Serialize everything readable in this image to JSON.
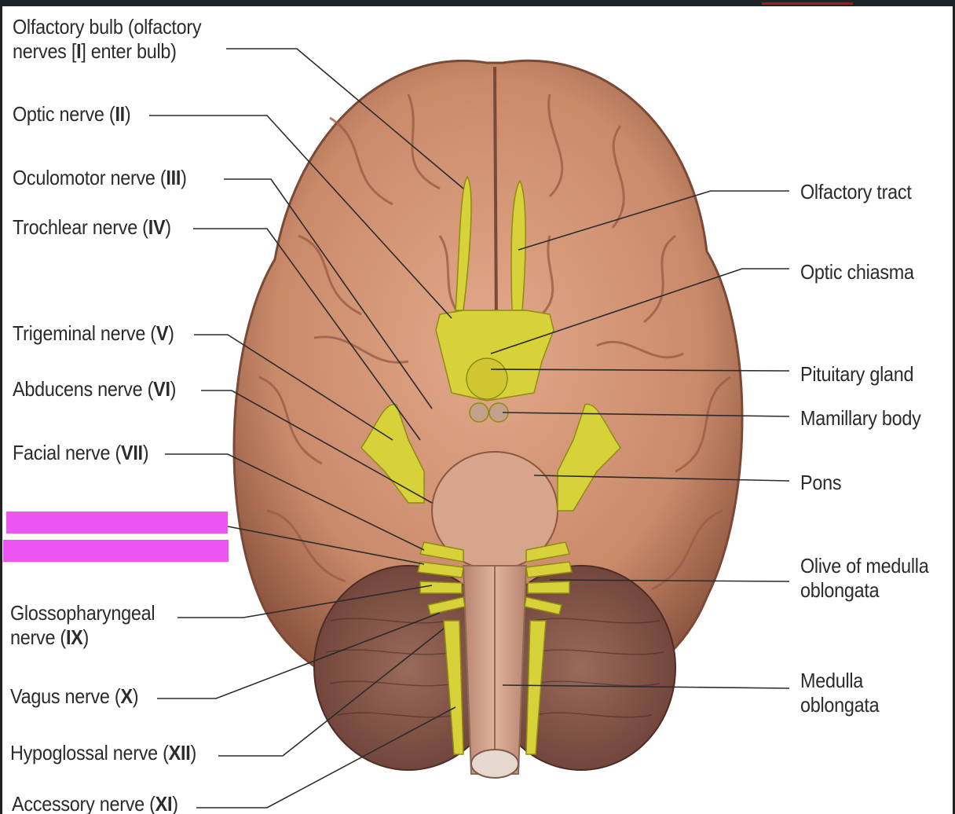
{
  "left_labels": [
    {
      "id": "olfactory-bulb",
      "line1": "Olfactory bulb (olfactory",
      "line2_pre": "nerves [",
      "line2_num": "I",
      "line2_post": "] enter bulb)"
    },
    {
      "id": "optic-nerve",
      "pre": "Optic nerve (",
      "num": "II",
      "post": ")"
    },
    {
      "id": "oculomotor-nerve",
      "pre": "Oculomotor nerve (",
      "num": "III",
      "post": ")"
    },
    {
      "id": "trochlear-nerve",
      "pre": "Trochlear nerve (",
      "num": "IV",
      "post": ")"
    },
    {
      "id": "trigeminal-nerve",
      "pre": "Trigeminal nerve (",
      "num": "V",
      "post": ")"
    },
    {
      "id": "abducens-nerve",
      "pre": "Abducens nerve (",
      "num": "VI",
      "post": ")"
    },
    {
      "id": "facial-nerve",
      "pre": "Facial nerve (",
      "num": "VII",
      "post": ")"
    },
    {
      "id": "glossopharyngeal-nerve",
      "line1": "Glossopharyngeal",
      "line2_pre": "nerve (",
      "line2_num": "IX",
      "line2_post": ")"
    },
    {
      "id": "vagus-nerve",
      "pre": "Vagus nerve (",
      "num": "X",
      "post": ")"
    },
    {
      "id": "hypoglossal-nerve",
      "pre": "Hypoglossal nerve (",
      "num": "XII",
      "post": ")"
    },
    {
      "id": "accessory-nerve",
      "pre": "Accessory nerve (",
      "num": "XI",
      "post": ")"
    }
  ],
  "right_labels": [
    {
      "id": "olfactory-tract",
      "line1": "Olfactory tract"
    },
    {
      "id": "optic-chiasma",
      "line1": "Optic chiasma"
    },
    {
      "id": "pituitary-gland",
      "line1": "Pituitary gland"
    },
    {
      "id": "mamillary-body",
      "line1": "Mamillary body"
    },
    {
      "id": "pons",
      "line1": "Pons"
    },
    {
      "id": "olive",
      "line1": "Olive of medulla",
      "line2": "oblongata"
    },
    {
      "id": "medulla",
      "line1": "Medulla",
      "line2": "oblongata"
    }
  ],
  "colors": {
    "redaction": "#ee55f0",
    "brain": "#c98a6a",
    "nerve": "#d8d23a",
    "cerebellum": "#8a5a4e",
    "accent": "#b3131a"
  }
}
